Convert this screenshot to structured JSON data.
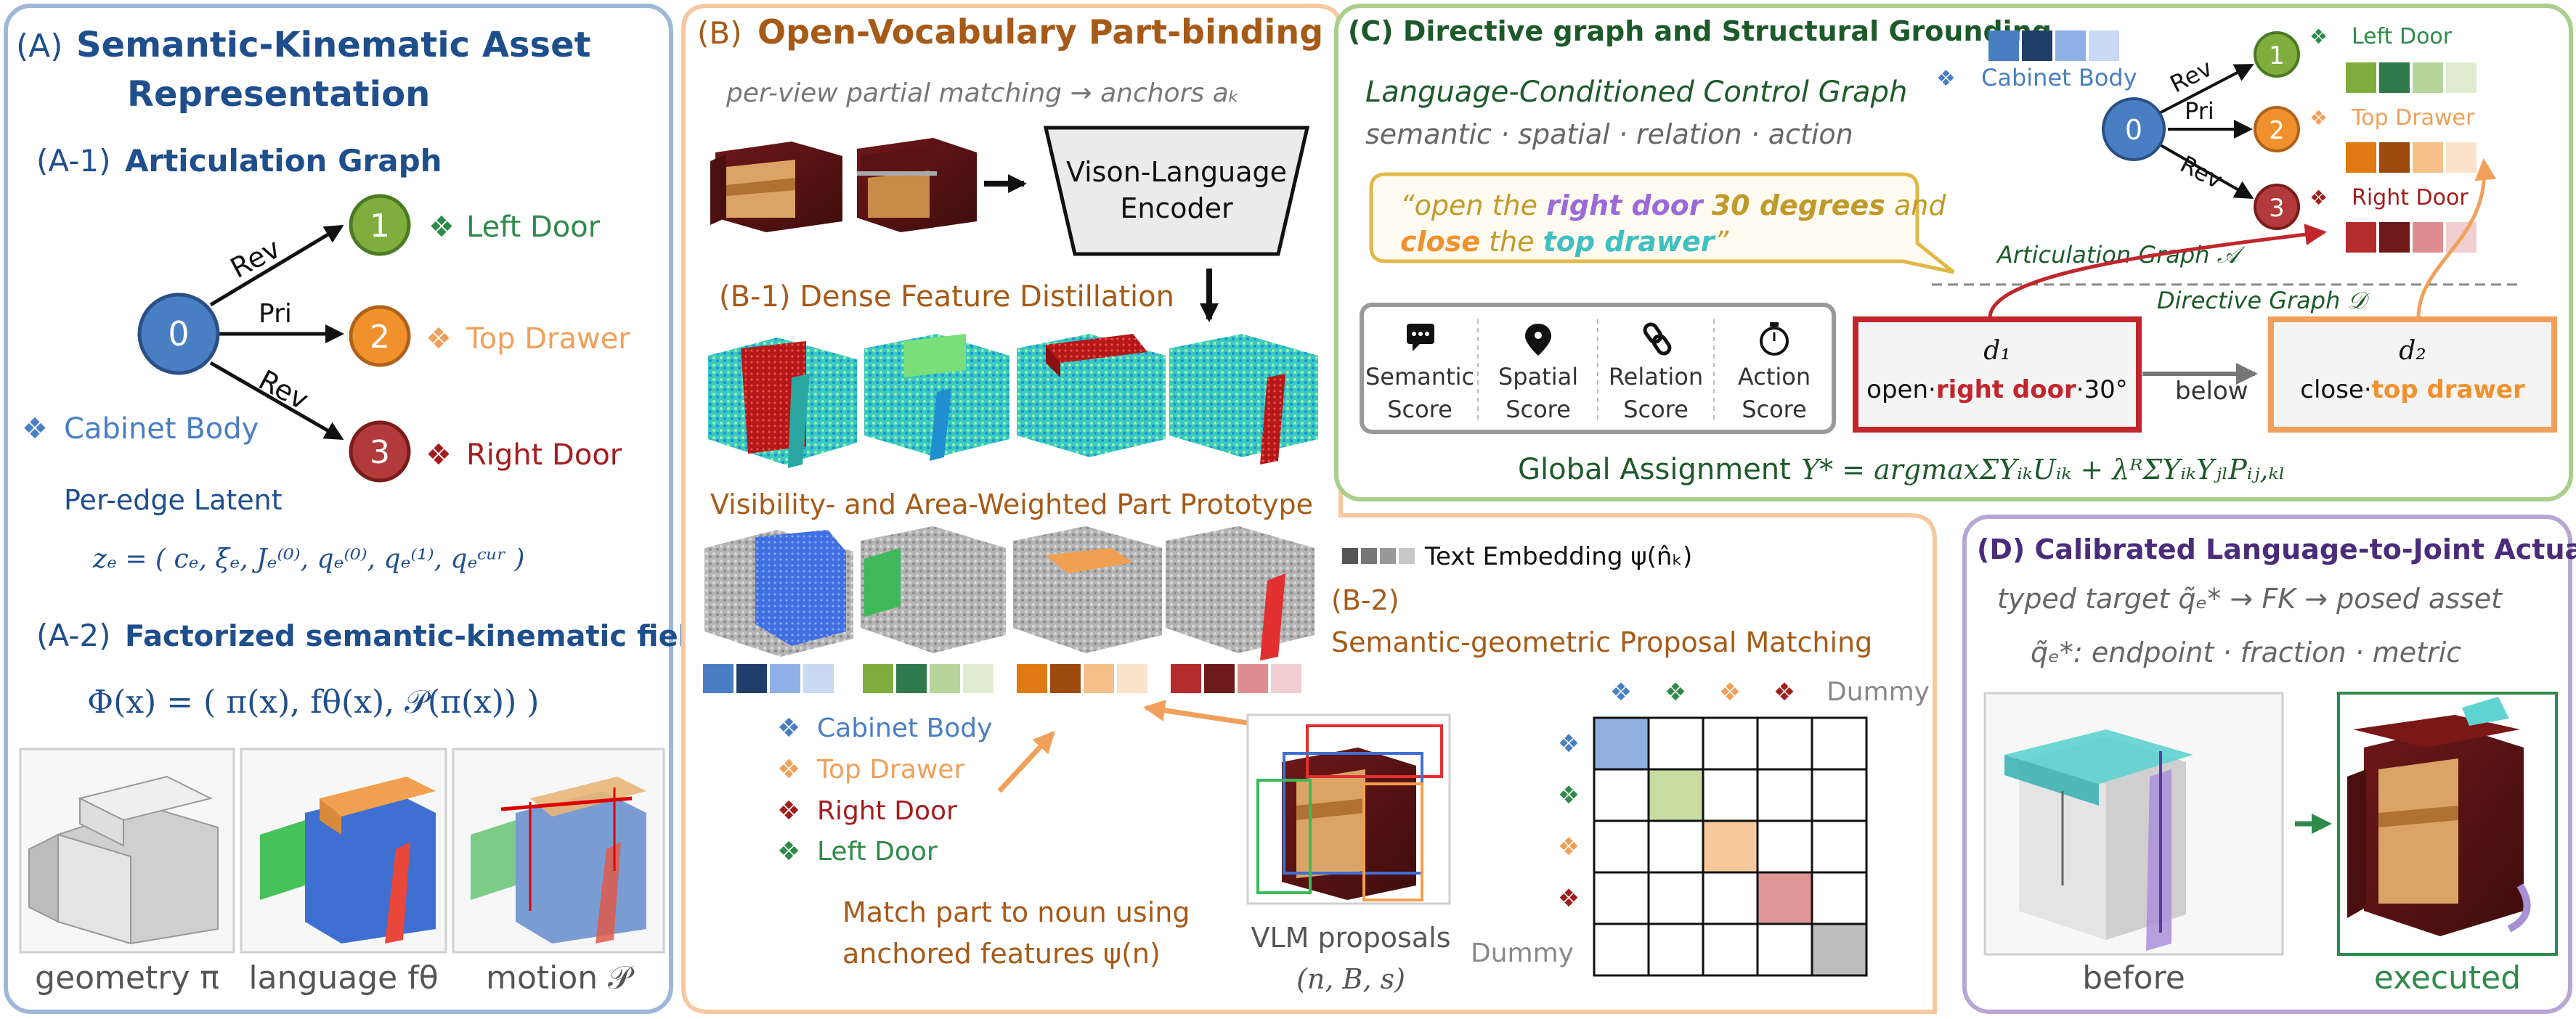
{
  "panelA": {
    "title_prefix": "(A)",
    "title_line1": "Semantic-Kinematic Asset",
    "title_line2": "Representation",
    "a1_prefix": "(A-1)",
    "a1_title": "Articulation Graph",
    "nodes": [
      "0",
      "1",
      "2",
      "3"
    ],
    "edges": [
      "Rev",
      "Pri",
      "Rev"
    ],
    "parts": [
      "Left Door",
      "Top Drawer",
      "Right Door"
    ],
    "body_label": "Cabinet Body",
    "latent_title": "Per-edge Latent",
    "latent_eq": "zₑ = ( cₑ, ξₑ, Jₑ⁽⁰⁾, qₑ⁽⁰⁾, qₑ⁽¹⁾, qₑᶜᵘʳ )",
    "a2_prefix": "(A-2)",
    "a2_title": "Factorized semantic-kinematic field",
    "field_eq": "Φ(x) = ( π(x), fθ(x), 𝒫(π(x)) )",
    "thumb_captions": [
      "geometry π",
      "language fθ",
      "motion 𝒫"
    ]
  },
  "panelB": {
    "title_prefix": "(B)",
    "title": "Open-Vocabulary Part-binding",
    "subtitle": "per-view partial matching → anchors aₖ",
    "encoder_line1": "Vison-Language",
    "encoder_line2": "Encoder",
    "b1_title": "(B-1) Dense Feature Distillation",
    "proto_title": "Visibility- and Area-Weighted Part Prototype",
    "legend": [
      "Cabinet Body",
      "Top Drawer",
      "Right Door",
      "Left Door"
    ],
    "match_line1": "Match part to noun using",
    "match_line2": "anchored features ψ(n)",
    "vlm_line1": "VLM proposals",
    "vlm_line2": "(n, B, s)"
  },
  "panelB2": {
    "text_emb": "Text Embedding ψ(n̂ₖ)",
    "title_prefix": "(B-2)",
    "title": "Semantic-geometric Proposal Matching",
    "dummy_col": "Dummy",
    "dummy_row": "Dummy"
  },
  "panelC": {
    "title": "(C) Directive graph and Structural Grounding",
    "body_label": "Cabinet Body",
    "graph_title": "Language-Conditioned Control Graph",
    "graph_sub": "semantic · spatial · relation · action",
    "quote_parts": [
      "“open",
      " the ",
      "right door",
      " ",
      "30 degrees",
      " and",
      "close",
      " the ",
      "top drawer",
      "”"
    ],
    "nodes": [
      "0",
      "1",
      "2",
      "3"
    ],
    "edges": [
      "Rev",
      "Pri",
      "Rev"
    ],
    "parts": [
      "Left Door",
      "Top Drawer",
      "Right Door"
    ],
    "art_graph": "Articulation Graph 𝒜",
    "dir_graph": "Directive Graph 𝒟",
    "scores": [
      {
        "l1": "Semantic",
        "l2": "Score"
      },
      {
        "l1": "Spatial",
        "l2": "Score"
      },
      {
        "l1": "Relation",
        "l2": "Score"
      },
      {
        "l1": "Action",
        "l2": "Score"
      }
    ],
    "d1_label": "d₁",
    "d1_a": "open·",
    "d1_b": "right door",
    "d1_c": "·30°",
    "d2_label": "d₂",
    "d2_a": "close·",
    "d2_b": "top drawer",
    "below": "below",
    "global": "Global Assignment",
    "global_eq": "Y* = argmaxΣYᵢₖUᵢₖ + λᴿΣYᵢₖYⱼₗPᵢⱼ,ₖₗ"
  },
  "panelD": {
    "title": "(D) Calibrated Language-to-Joint  Actuation",
    "line1": "typed target q̃ₑ* → FK → posed asset",
    "line2": "q̃ₑ*: endpoint · fraction · metric",
    "before": "before",
    "executed": "executed"
  },
  "colors": {
    "panelA_border": "#9db7d8",
    "panelB_border": "#f6c8a0",
    "panelC_border": "#a9cf8a",
    "panelD_border": "#b7a6d4",
    "blue_title": "#1f4e8c",
    "brown_title": "#a65a17",
    "green_title": "#1d5a2a",
    "purple_title": "#4b2c7a",
    "node0": "#4a7ec2",
    "node1": "#7fae3e",
    "node2": "#f0912e",
    "node3": "#b23a3a",
    "cabinet_wood": "#5c1414"
  }
}
